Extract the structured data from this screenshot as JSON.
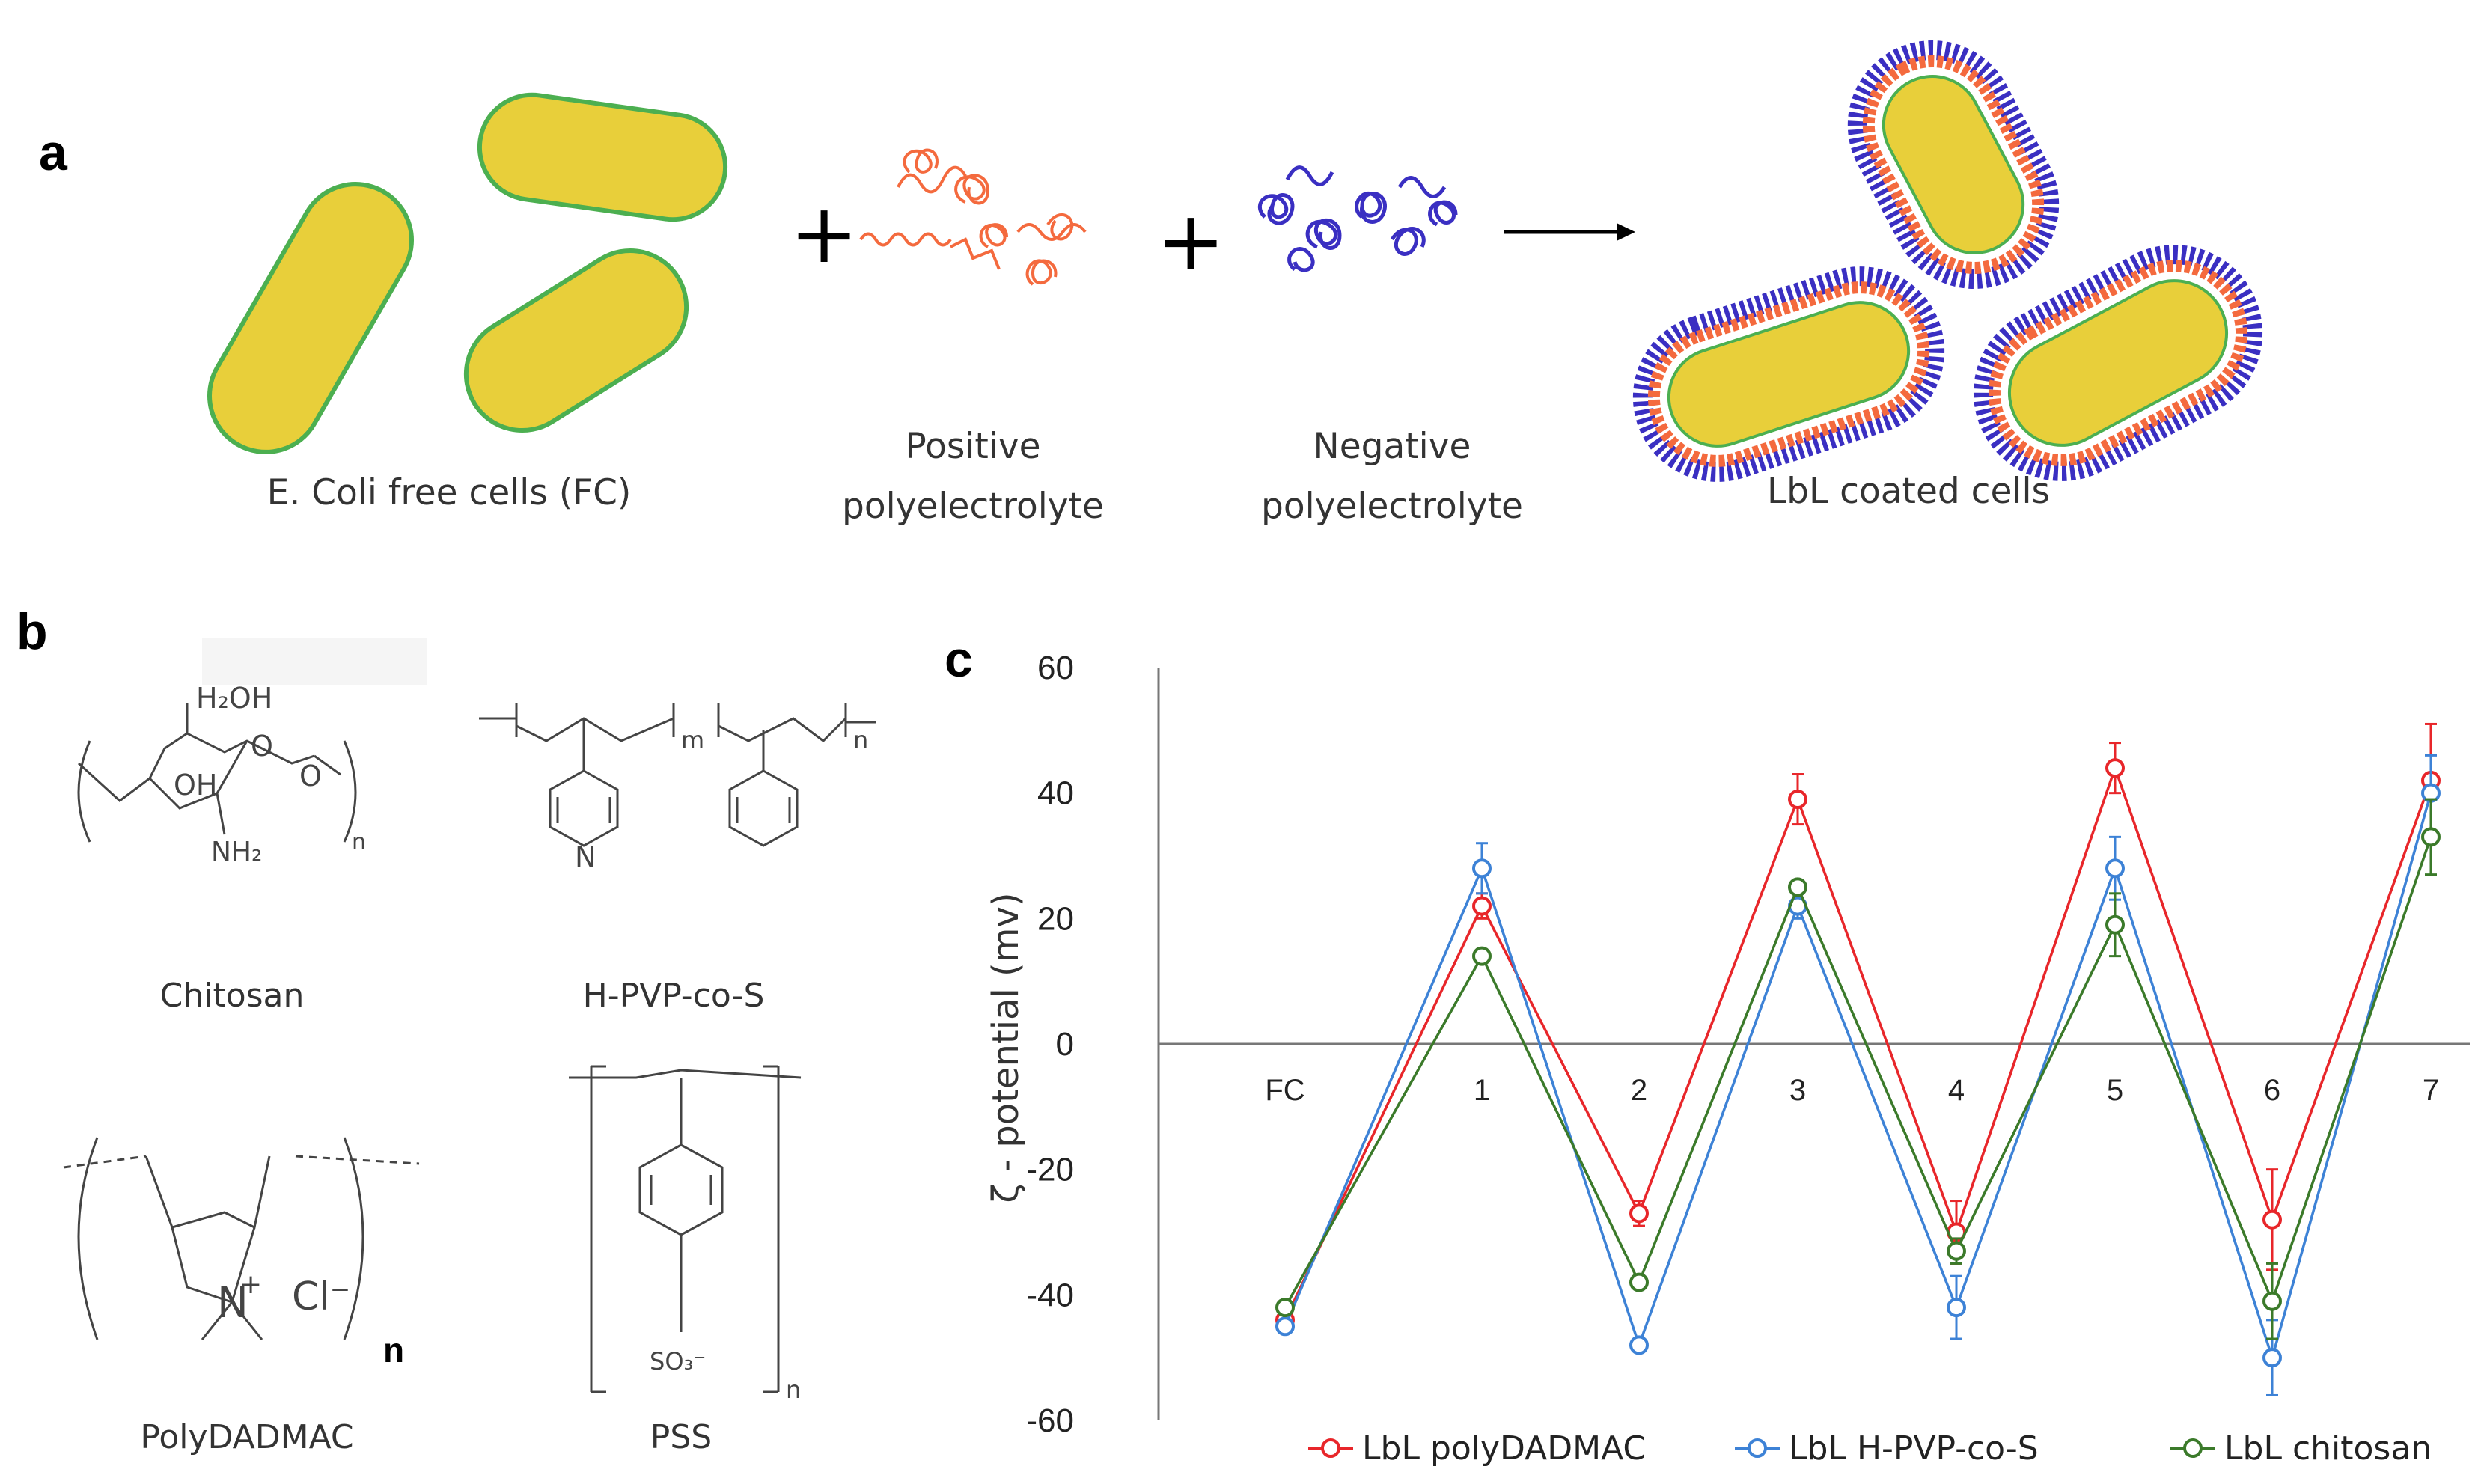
{
  "panels": {
    "a": "a",
    "b": "b",
    "c": "c"
  },
  "panel_a": {
    "label_free_cells": "E. Coli free cells (FC)",
    "label_positive_line1": "Positive",
    "label_positive_line2": "polyelectrolyte",
    "label_negative_line1": "Negative",
    "label_negative_line2": "polyelectrolyte",
    "label_coated": "LbL coated cells",
    "plus": "+",
    "colors": {
      "cell_fill": "#e8cf3a",
      "cell_border": "#4caf50",
      "positive": "#f46a3e",
      "negative": "#3a2fc2"
    }
  },
  "panel_b": {
    "chitosan": "Chitosan",
    "hpvp": "H-PVP-co-S",
    "polydadmac": "PolyDADMAC",
    "pss": "PSS",
    "chitosan_h2oh": "H₂OH",
    "chitosan_oh": "OH",
    "chitosan_o": "O",
    "chitosan_nh2": "NH₂",
    "sub_n": "n",
    "sub_m": "m",
    "pyridine_n": "N",
    "dadmac_nplus": "N",
    "dadmac_plus": "+",
    "dadmac_cl": "Cl⁻",
    "dadmac_n_bold": "n",
    "pss_so3": "SO₃⁻"
  },
  "chart_data": {
    "type": "line",
    "categories": [
      "FC",
      "1",
      "2",
      "3",
      "4",
      "5",
      "6",
      "7"
    ],
    "ylabel": "ζ - potential (mv)",
    "ylim": [
      -60,
      60
    ],
    "yticks": [
      -60,
      -40,
      -20,
      0,
      20,
      40,
      60
    ],
    "legend_position": "bottom",
    "series": [
      {
        "name": "LbL polyDADMAC",
        "color": "#e8262a",
        "values": [
          -44,
          22,
          -27,
          39,
          -30,
          44,
          -28,
          42
        ],
        "errors": [
          0,
          2,
          2,
          4,
          5,
          4,
          8,
          9
        ]
      },
      {
        "name": "LbL H-PVP-co-S",
        "color": "#3d82d6",
        "values": [
          -45,
          28,
          -48,
          22,
          -42,
          28,
          -50,
          40
        ],
        "errors": [
          0,
          4,
          1,
          2,
          5,
          5,
          6,
          6
        ]
      },
      {
        "name": "LbL chitosan",
        "color": "#3b7a2a",
        "values": [
          -42,
          14,
          -38,
          25,
          -33,
          19,
          -41,
          33
        ],
        "errors": [
          0,
          1,
          1,
          1,
          2,
          5,
          6,
          6
        ]
      }
    ]
  }
}
